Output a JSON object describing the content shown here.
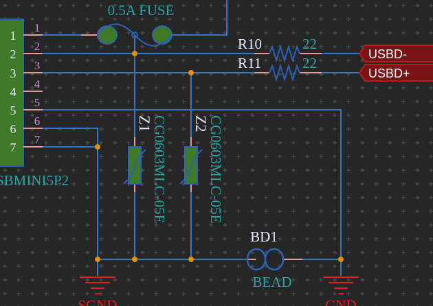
{
  "colors": {
    "background": "#262626",
    "grid": "#555555",
    "wire": "#2f79c6",
    "pin": "#e99a9a",
    "junction": "#e0900a",
    "part_fill": "#3e7a28",
    "part_stroke": "#2b63b8",
    "teal_text": "#2aa4a4",
    "white_text": "#e8e8ff",
    "pin_number": "#c98ad6",
    "port_fill": "#7a1414",
    "port_stroke": "#b02020",
    "ground": "#e02020"
  },
  "fuse": {
    "label": "0.5A FUSE"
  },
  "connector": {
    "name": "SBMINI5P2",
    "pin_numbers_left": [
      "1",
      "2",
      "3",
      "4",
      "5",
      "6",
      "7"
    ],
    "pin_numbers_right": [
      "1",
      "2",
      "3",
      "4",
      "5",
      "6",
      "7"
    ]
  },
  "resistors": [
    {
      "ref": "R10",
      "value": "22"
    },
    {
      "ref": "R11",
      "value": "22"
    }
  ],
  "ports": [
    "USBD-",
    "USBD+"
  ],
  "diodes": [
    {
      "ref": "Z1",
      "value": "CG0603MLC-05E"
    },
    {
      "ref": "Z2",
      "value": "CG0603MLC-05E"
    }
  ],
  "bead": {
    "ref": "BD1",
    "label": "BEAD"
  },
  "grounds": [
    "SGND",
    "GND"
  ]
}
